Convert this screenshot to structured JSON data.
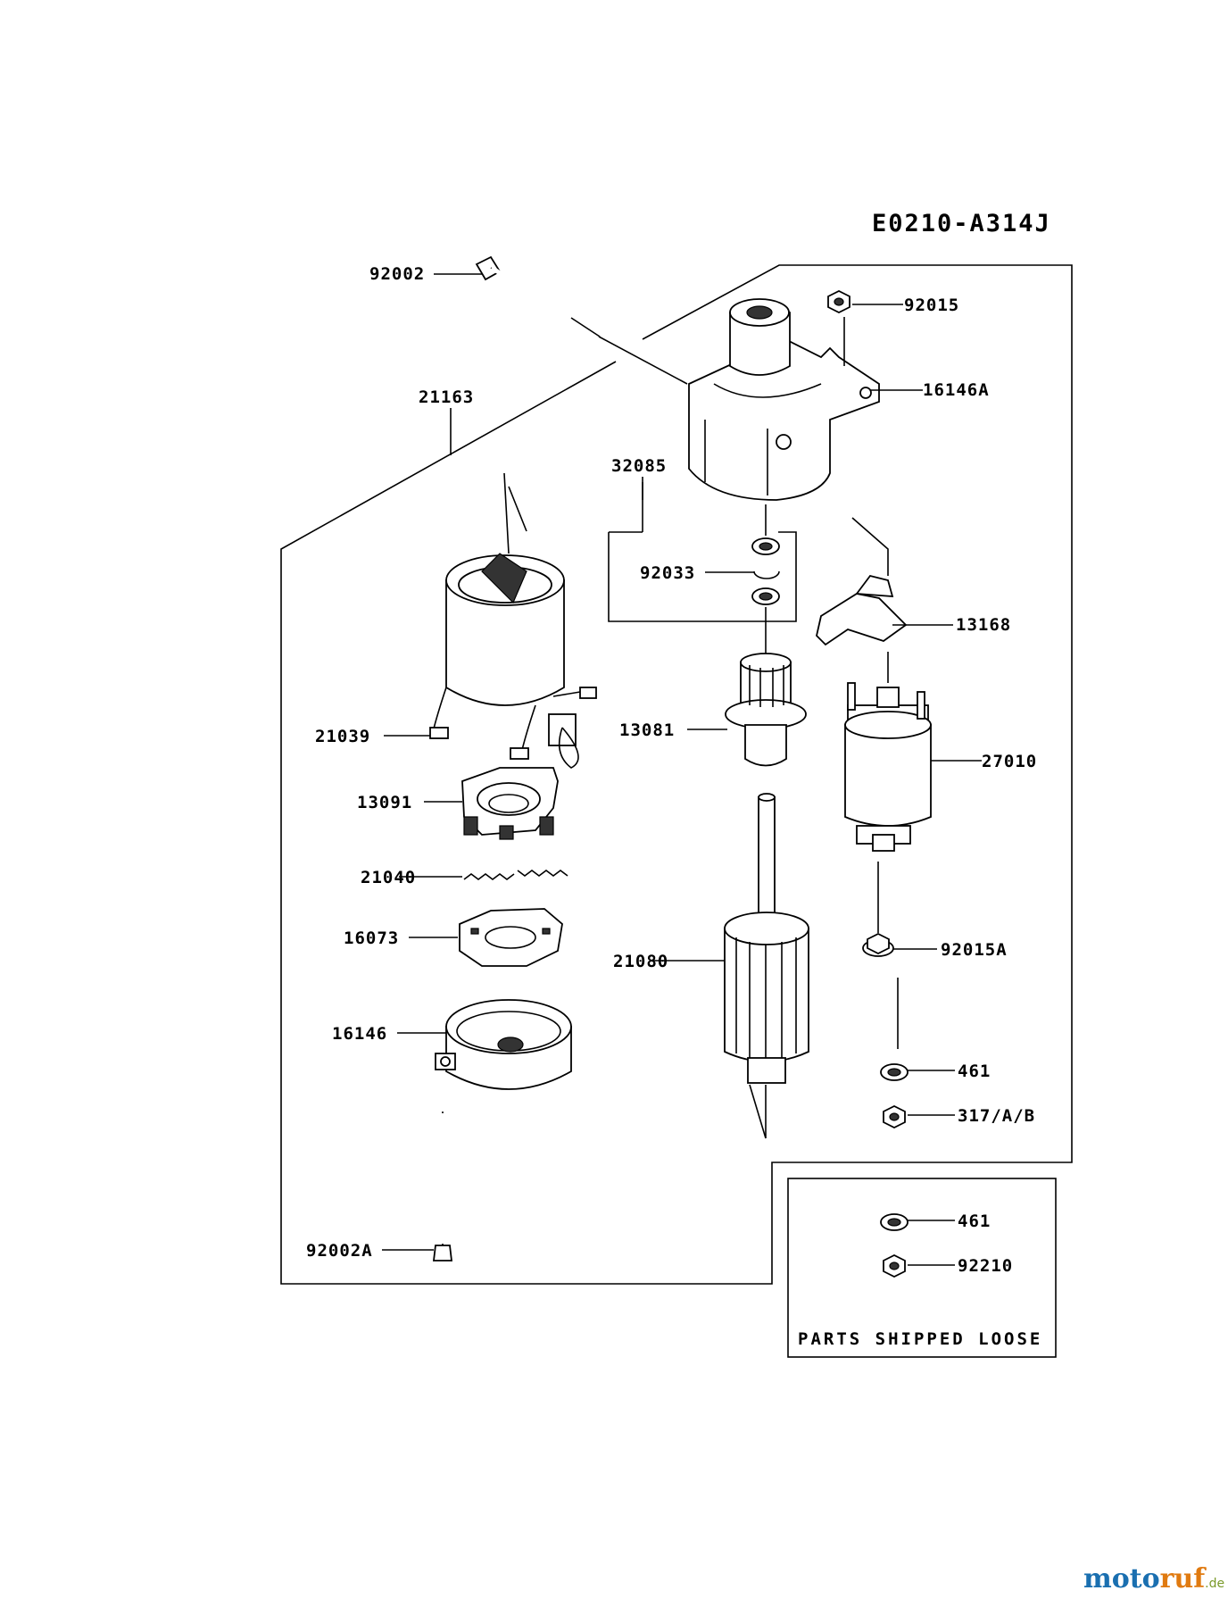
{
  "diagram_code": "E0210-A314J",
  "labels": {
    "l92002": "92002",
    "l92015": "92015",
    "l16146A": "16146A",
    "l21163": "21163",
    "l32085": "32085",
    "l92033": "92033",
    "l13168": "13168",
    "l21039": "21039",
    "l13081": "13081",
    "l27010": "27010",
    "l13091": "13091",
    "l21040": "21040",
    "l16073": "16073",
    "l21080": "21080",
    "l92015A": "92015A",
    "l16146": "16146",
    "l461": "461",
    "l317AB": "317/A/B",
    "l92002A": "92002A",
    "l461b": "461",
    "l92210": "92210"
  },
  "loose_box_title": "PARTS SHIPPED LOOSE",
  "watermark": "motoruf.de",
  "colors": {
    "line": "#000000",
    "watermark_blue": "#1a6fb0",
    "watermark_orange": "#e07a10"
  }
}
